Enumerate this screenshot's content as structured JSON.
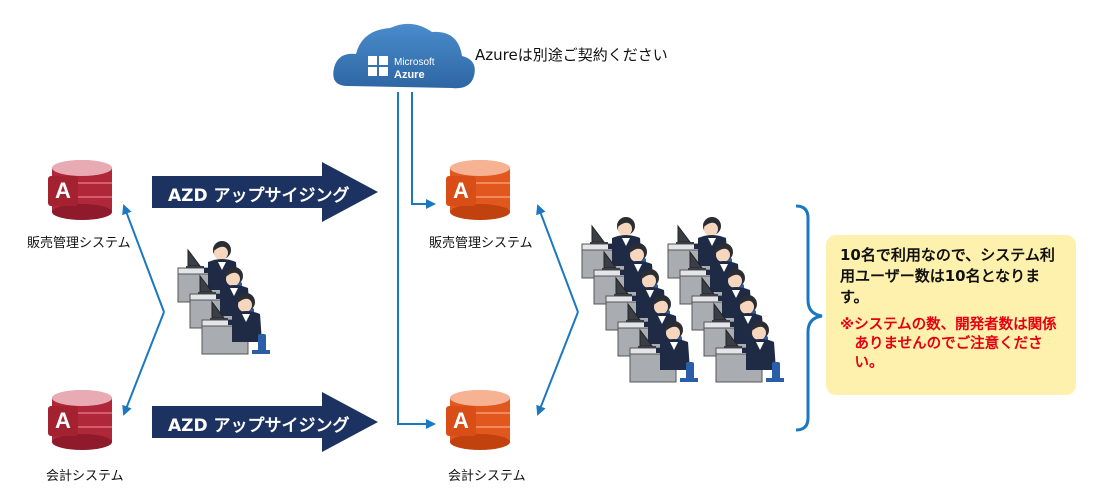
{
  "cloud": {
    "logo_line1": "Microsoft",
    "logo_line2": "Azure",
    "note": "Azureは別途ご契約ください"
  },
  "left": {
    "sales_label": "販売管理システム",
    "accounting_label": "会計システム"
  },
  "migration_arrows": [
    {
      "label": "AZD アップサイジング"
    },
    {
      "label": "AZD アップサイジング"
    }
  ],
  "right": {
    "sales_label": "販売管理システム",
    "accounting_label": "会計システム"
  },
  "note": {
    "main": "10名で利用なので、システム利用ユーザー数は10名となります。",
    "warning": "※システムの数、開発者数は関係ありませんのでご注意ください。"
  },
  "colors": {
    "arrow_navy": "#1c3260",
    "line_blue": "#1a78c2",
    "cloud_blue": "#3b78b6",
    "access_red": "#b0273a",
    "azure_orange": "#e2571e",
    "note_bg": "#fdf1ad",
    "warn_red": "#e60012"
  }
}
